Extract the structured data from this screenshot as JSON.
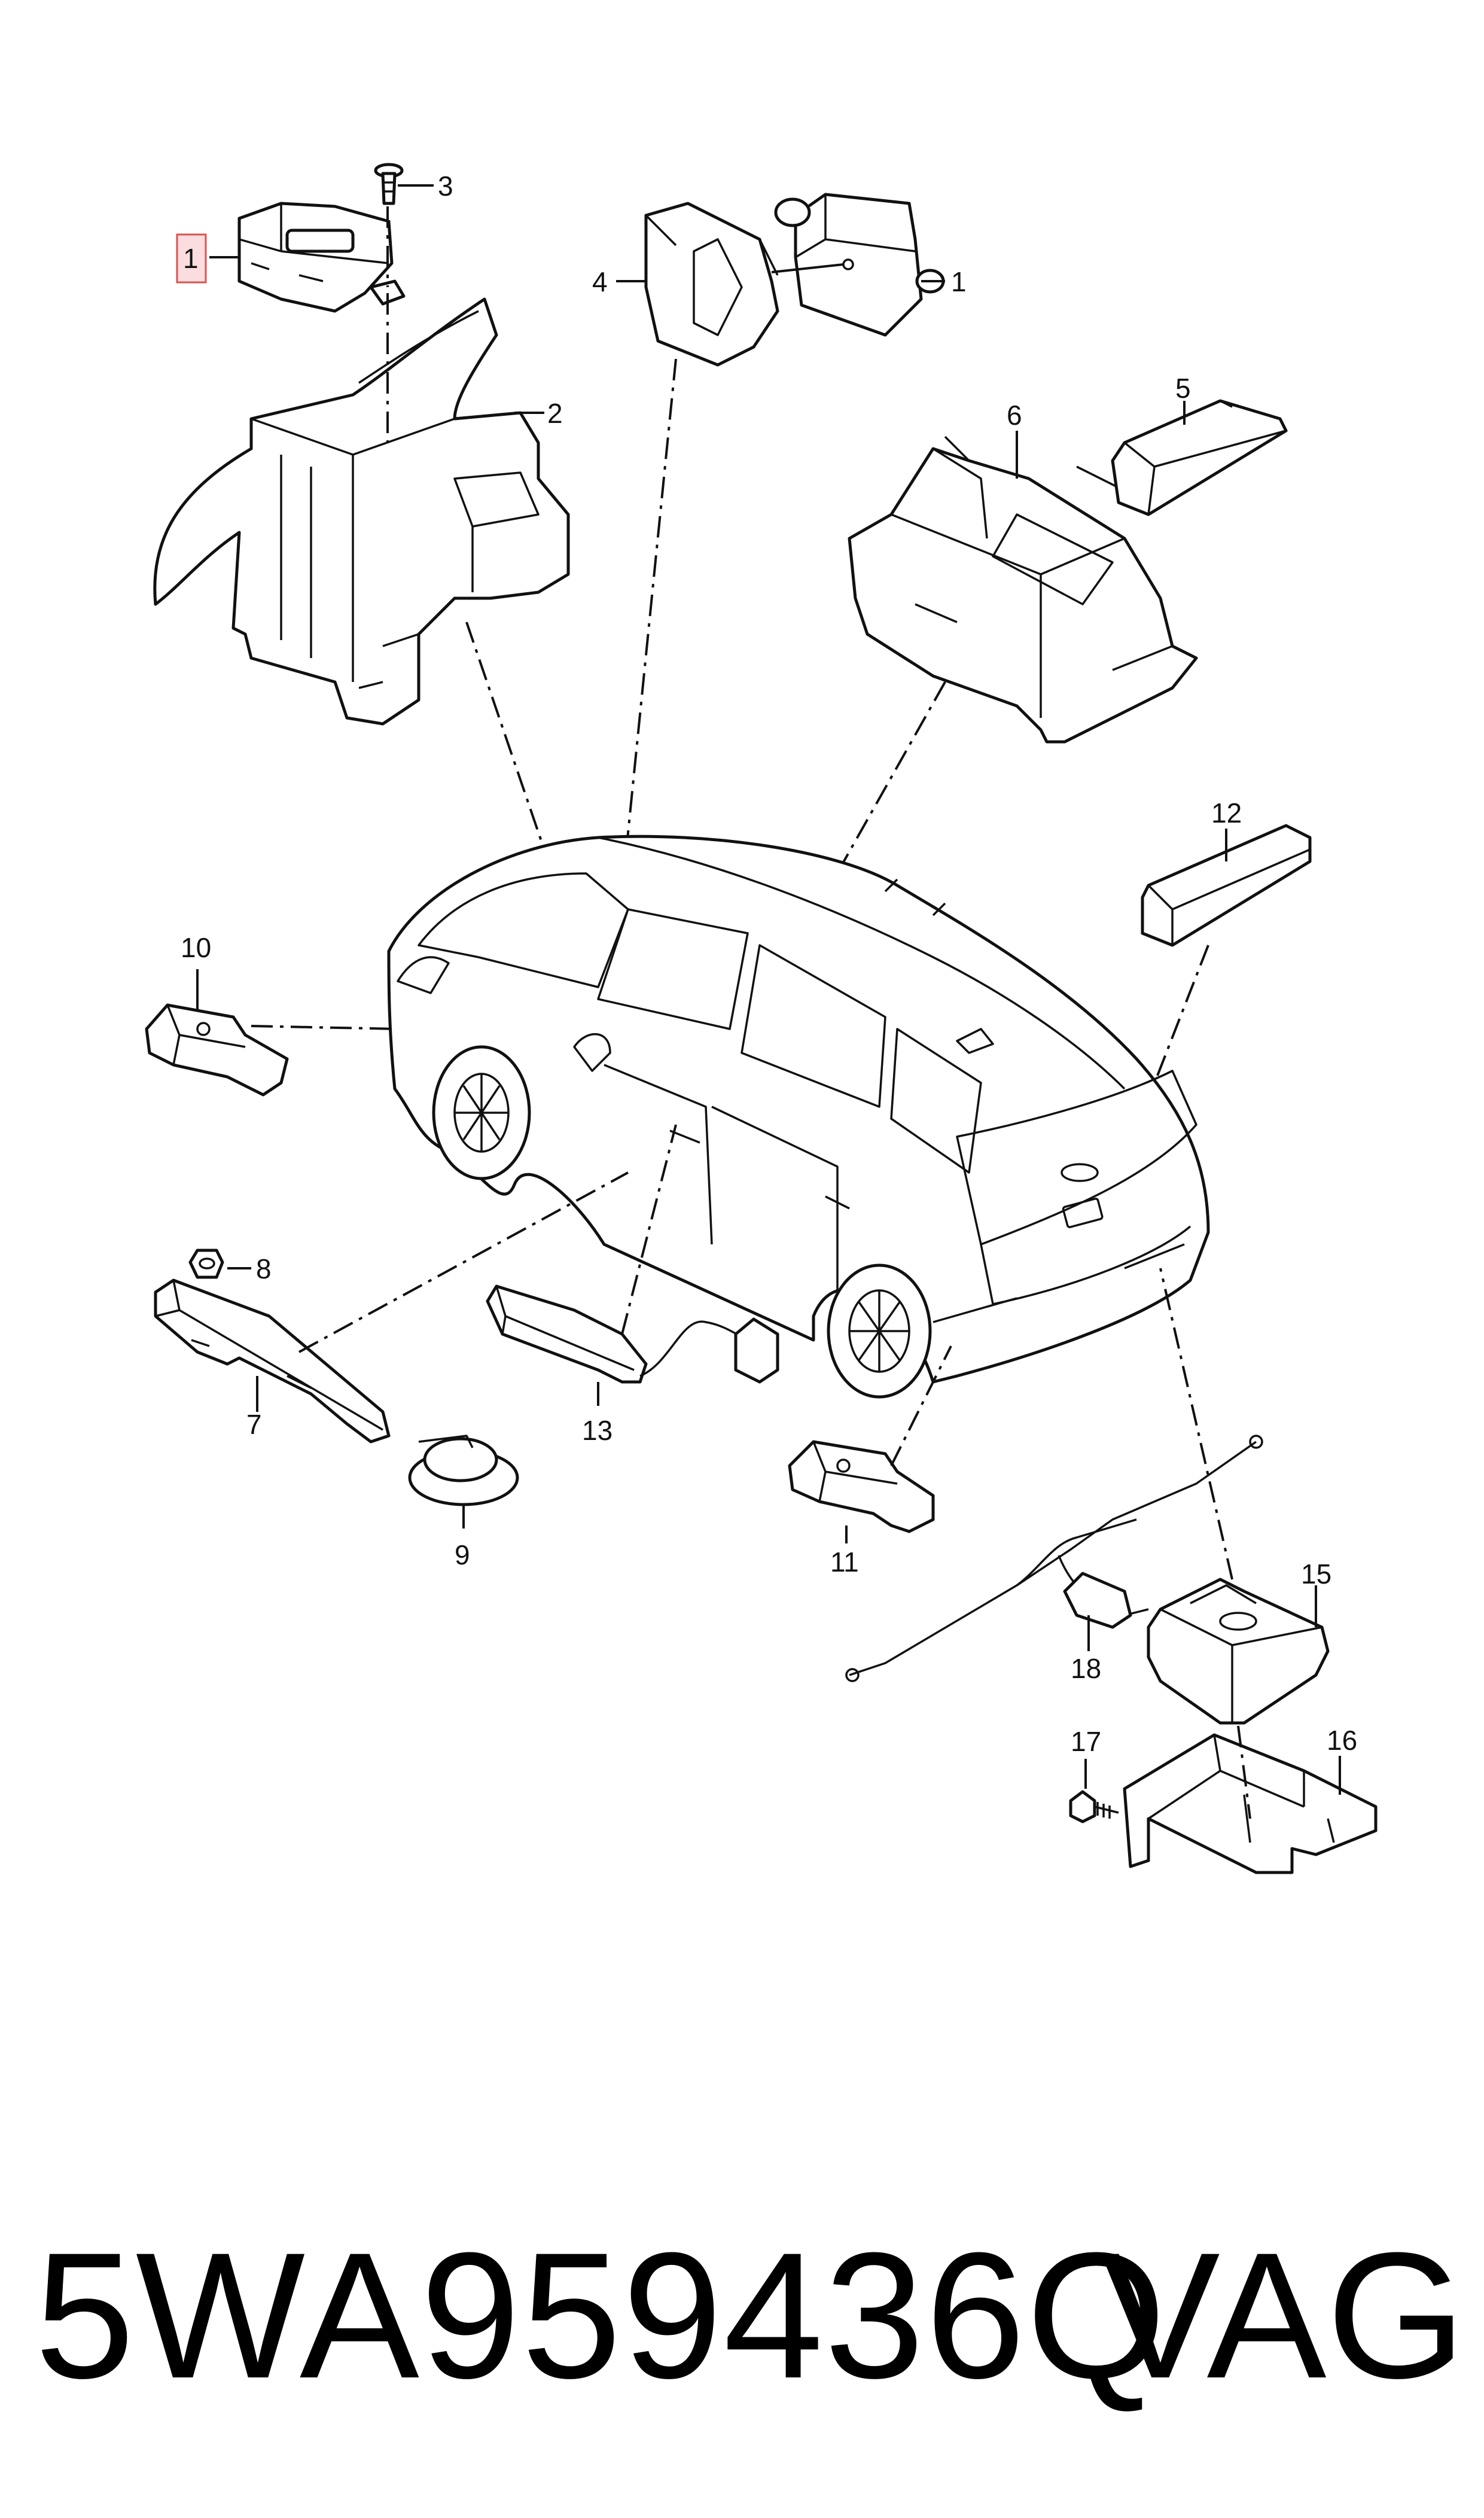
{
  "diagram": {
    "callouts": {
      "c1_left": "1",
      "c1_right": "1",
      "c2": "2",
      "c3": "3",
      "c4": "4",
      "c5": "5",
      "c6": "6",
      "c7": "7",
      "c8": "8",
      "c9": "9",
      "c10": "10",
      "c11": "11",
      "c12": "12",
      "c13": "13",
      "c15": "15",
      "c16": "16",
      "c17": "17",
      "c18": "18"
    },
    "highlighted_callout": "1",
    "highlight_color": "#fbdde0"
  },
  "caption": {
    "part_number": "5WA959436Q",
    "brand": "VAG"
  }
}
